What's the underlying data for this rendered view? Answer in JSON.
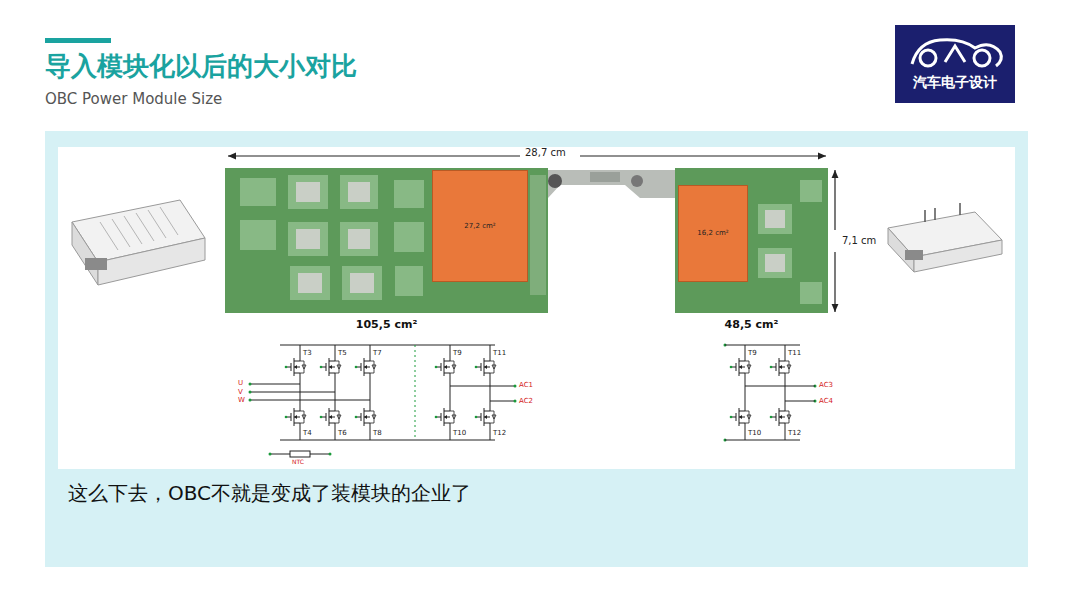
{
  "diagram": {
    "title": "导入模块化以后的大小对比",
    "caption": "这么下去，OBC不就是变成了装模块的企业了",
    "nodes": [
      {
        "text": [
          "105,5 cm²"
        ]
      },
      {
        "text": [
          "27,2 cm²"
        ],
        "in": 0
      },
      {
        "text": [
          "48,5 cm²"
        ]
      },
      {
        "text": [
          "16,2 cm²"
        ],
        "in": 2
      }
    ],
    "labels": [
      "OBC Power Module Size",
      "汽车电子设计",
      "28,7 cm",
      "7,1 cm",
      "T3",
      "T5",
      "T7",
      "T4",
      "T6",
      "T8",
      "T9",
      "T11",
      "T10",
      "T12",
      "U",
      "V",
      "W",
      "AC1",
      "AC2",
      "NTC",
      "T9",
      "T11",
      "T10",
      "T12",
      "AC3",
      "AC4"
    ]
  }
}
